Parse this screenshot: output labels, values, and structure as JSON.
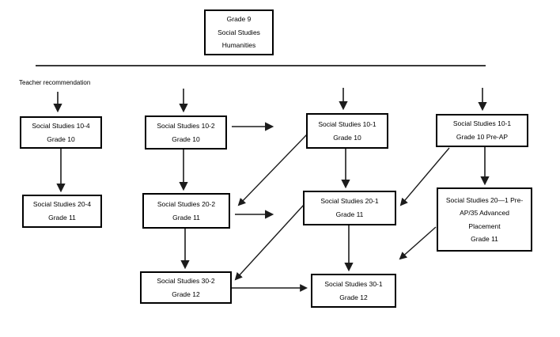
{
  "diagram": {
    "top_box": {
      "lines": [
        "Grade 9",
        "Social Studies",
        "Humanities"
      ]
    },
    "note": "Teacher recommendation",
    "nodes": {
      "ss10_4": {
        "lines": [
          "Social Studies 10-4",
          "Grade 10"
        ]
      },
      "ss10_2": {
        "lines": [
          "Social Studies 10-2",
          "Grade 10"
        ]
      },
      "ss10_1": {
        "lines": [
          "Social Studies 10-1",
          "Grade 10"
        ]
      },
      "ss10_1_preap": {
        "lines": [
          "Social Studies 10-1",
          "Grade 10 Pre-AP"
        ]
      },
      "ss20_4": {
        "lines": [
          "Social Studies 20-4",
          "Grade 11"
        ]
      },
      "ss20_2": {
        "lines": [
          "Social Studies 20-2",
          "Grade 11"
        ]
      },
      "ss20_1": {
        "lines": [
          "Social Studies 20-1",
          "Grade 11"
        ]
      },
      "ss20_1_preap35": {
        "lines": [
          "Social Studies 20—1 Pre-",
          "AP/35 Advanced",
          "Placement",
          "Grade 11"
        ]
      },
      "ss30_2": {
        "lines": [
          "Social Studies 30-2",
          "Grade 12"
        ]
      },
      "ss30_1": {
        "lines": [
          "Social Studies 30-1",
          "Grade 12"
        ]
      }
    },
    "edges": [
      {
        "from": "teacher-recommendation-line",
        "to": "ss10_4"
      },
      {
        "from": "teacher-recommendation-line",
        "to": "ss10_2"
      },
      {
        "from": "teacher-recommendation-line",
        "to": "ss10_1"
      },
      {
        "from": "teacher-recommendation-line",
        "to": "ss10_1_preap"
      },
      {
        "from": "ss10_4",
        "to": "ss20_4"
      },
      {
        "from": "ss10_2",
        "to": "ss10_1"
      },
      {
        "from": "ss10_2",
        "to": "ss20_2"
      },
      {
        "from": "ss10_1",
        "to": "ss20_2"
      },
      {
        "from": "ss10_1",
        "to": "ss20_1"
      },
      {
        "from": "ss10_1_preap",
        "to": "ss20_1"
      },
      {
        "from": "ss10_1_preap",
        "to": "ss20_1_preap35"
      },
      {
        "from": "ss20_2",
        "to": "ss20_1"
      },
      {
        "from": "ss20_2",
        "to": "ss30_2"
      },
      {
        "from": "ss20_1",
        "to": "ss30_2"
      },
      {
        "from": "ss20_1",
        "to": "ss30_1"
      },
      {
        "from": "ss20_1_preap35",
        "to": "ss30_1"
      },
      {
        "from": "ss30_2",
        "to": "ss30_1"
      }
    ],
    "colors": {
      "background": "#ffffff",
      "box_border": "#000000",
      "text": "#000000",
      "arrow": "#1c1c1c",
      "separator": "#3a3a3a"
    }
  }
}
